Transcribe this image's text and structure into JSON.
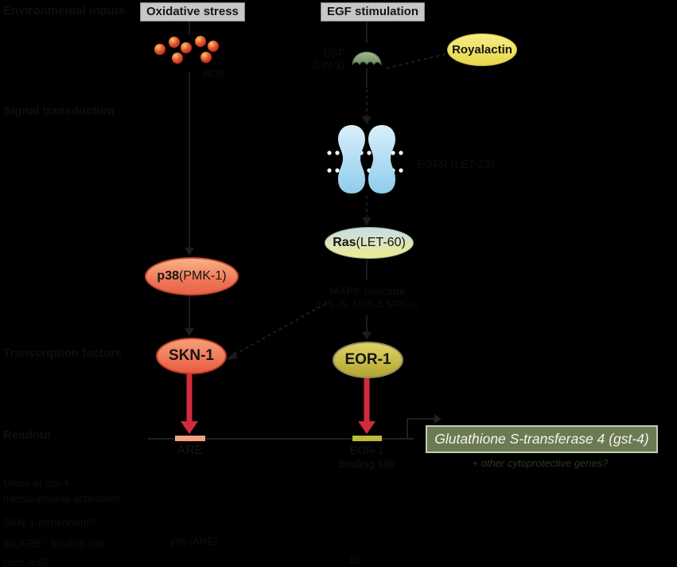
{
  "figure": {
    "row_labels": {
      "environmental_inputs": "Environmental inputs",
      "signal_transduction": "Signal transduction",
      "transcription_factors": "Transcription factors",
      "readout": "Readout"
    },
    "columns": {
      "oxidative": "Oxidative stress",
      "egf": "EGF stimulation"
    },
    "oxidative_pathway": {
      "ros": "ROS",
      "p38_bold": "p38",
      "p38_rest": " (PMK-1)",
      "skn1": "SKN-1",
      "are": "ARE"
    },
    "egf_pathway": {
      "ligand_line1": "EGF",
      "ligand_line2": "(LIN-3)",
      "royalactin": "Royalactin",
      "receptor": "EGFR (LET-23)",
      "ras_bold": "Ras",
      "ras_rest": " (LET-60)",
      "mapk_line1": "MAPK cascade",
      "mapk_line2": "(LIN-45, MEK-2, MPK-1)",
      "eor1": "EOR-1",
      "binding_site_line1": "EOR-1",
      "binding_site_line2": "binding site"
    },
    "readout_row": {
      "gene_box": "Glutathione S-transferase 4 (gst-4)",
      "other_genes": "+ other cytoprotective genes?"
    },
    "footnotes": {
      "block_line1": "Mode of gst-4",
      "block_line2": "transcriptional activation:",
      "row1_label": "SKN-1-dependent?",
      "row2_label": "via ARE / binding site:",
      "row3_label": "(see text)",
      "left_value": "yes (ARE)",
      "right_value": "no"
    },
    "colors": {
      "background": "#000000",
      "header_box": "#c7c7c7",
      "ros_dot": "#d23434",
      "p38_fill": "#ef7454",
      "skn1_fill": "#e95b41",
      "eor1_fill": "#c9bb4a",
      "ras_fill_top": "#c6dee9",
      "ras_fill_bottom": "#efeb8f",
      "royalactin_fill": "#efe065",
      "receptor_fill": "#a9d6f2",
      "ligand_fill": "#8fae85",
      "red_arrow": "#d22c3c",
      "are_tick": "#f2a182",
      "eor1_tick": "#bdb93a",
      "gene_box_fill": "#6b7a52",
      "gene_box_text": "#f4f4ee"
    }
  }
}
